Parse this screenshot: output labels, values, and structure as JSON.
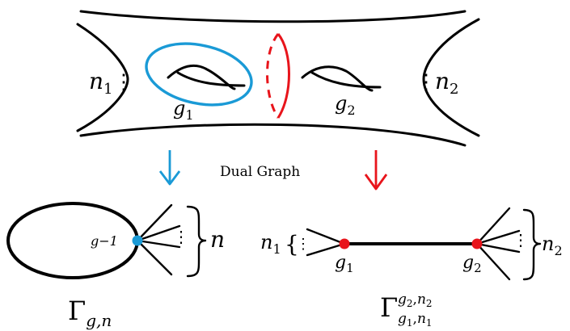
{
  "colors": {
    "ink": "#000000",
    "cycle_blue": "#1a9ad6",
    "cut_red": "#e8141b",
    "background": "#ffffff"
  },
  "surface": {
    "left_label": {
      "base": "n",
      "sub": "1"
    },
    "right_label": {
      "base": "n",
      "sub": "2"
    },
    "left_genus": {
      "base": "g",
      "sub": "1"
    },
    "right_genus": {
      "base": "g",
      "sub": "2"
    }
  },
  "caption": {
    "dual_graph": "Dual Graph"
  },
  "graph_left": {
    "vertex_label": "g−1",
    "legs_label": "n",
    "name": {
      "base": "Γ",
      "sub": "g,n"
    }
  },
  "graph_right": {
    "legs_left_label": {
      "base": "n",
      "sub": "1"
    },
    "legs_right_label": {
      "base": "n",
      "sub": "2"
    },
    "vertex_left_label": {
      "base": "g",
      "sub": "1"
    },
    "vertex_right_label": {
      "base": "g",
      "sub": "2"
    },
    "name": {
      "base": "Γ",
      "sup": "g",
      "sup_sub": "2",
      "sup_sep": ",",
      "sup2": "n",
      "sup2_sub": "2",
      "sub": "g",
      "sub_sub": "1",
      "sub_sep": ",",
      "sub2": "n",
      "sub2_sub": "1"
    }
  }
}
